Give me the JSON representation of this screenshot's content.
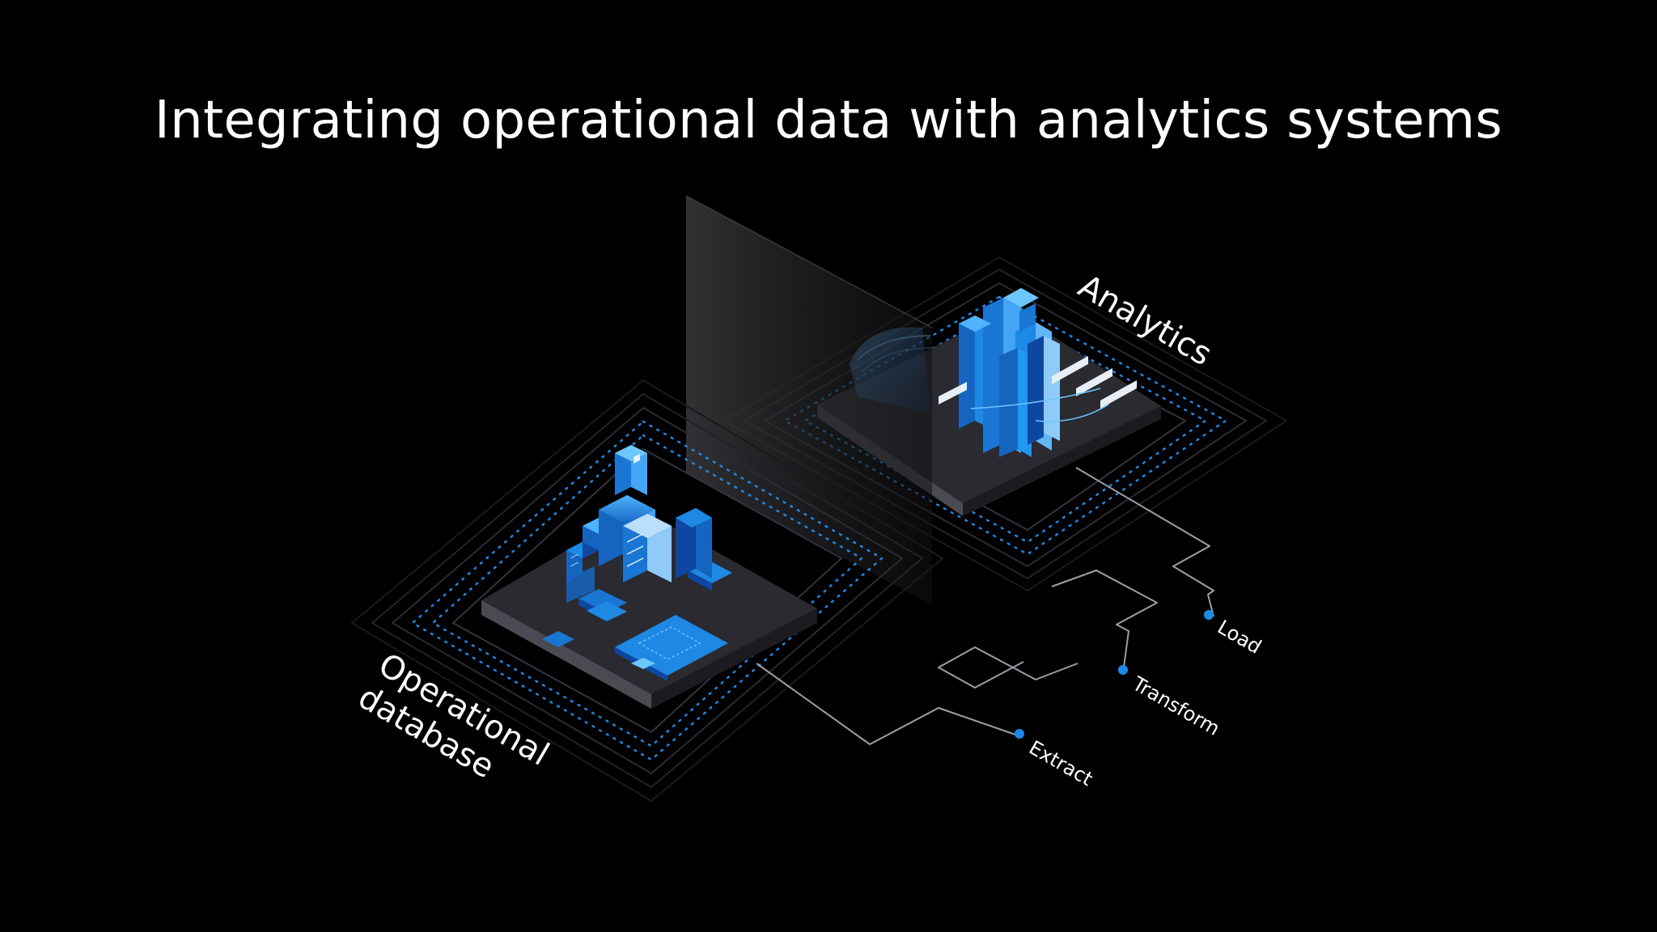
{
  "title": "Integrating operational data with analytics systems",
  "labels": {
    "analytics": "Analytics",
    "operational_line1": "Operational",
    "operational_line2": "database"
  },
  "etl_steps": [
    "Load",
    "Transform",
    "Extract"
  ],
  "colors": {
    "background": "#000000",
    "accent_blue": "#1e88e5",
    "light_blue": "#6ec6ff",
    "dark_blue": "#0d47a1",
    "platform": "#2a2a30",
    "connector_line": "#9aa0a6"
  }
}
